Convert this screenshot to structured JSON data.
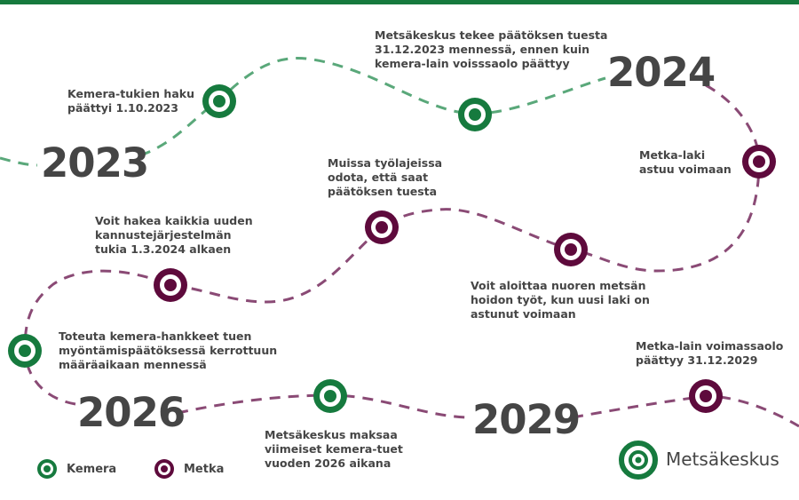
{
  "years": [
    "2023",
    "2024",
    "2026",
    "2029"
  ],
  "events": [
    {
      "text": "Kemera-tukien haku\npäättyi 1.10.2023",
      "type": "kemera"
    },
    {
      "text": "Metsäkeskus tekee päätöksen tuesta\n31.12.2023 mennessä, ennen kuin\nkemera-lain voisssaolo päättyy",
      "type": "kemera"
    },
    {
      "text": "Metka-laki\nastuu voimaan",
      "type": "metka"
    },
    {
      "text": "Muissa työlajeissa\nodota, että saat\npäätöksen tuesta",
      "type": "metka"
    },
    {
      "text": "Voit aloittaa nuoren metsän\nhoidon työt, kun uusi laki on\nastunut voimaan",
      "type": "metka"
    },
    {
      "text": "Voit hakea kaikkia uuden\nkannustejärjestelmän\ntukia 1.3.2024 alkaen",
      "type": "metka"
    },
    {
      "text": "Toteuta kemera-hankkeet tuen\nmyöntämispäätöksessä kerrottuun\nmääräaikaan mennessä",
      "type": "kemera"
    },
    {
      "text": "Metsäkeskus maksaa\nviimeiset kemera-tuet\nvuoden 2026 aikana",
      "type": "kemera"
    },
    {
      "text": "Metka-lain voimassaolo\npäättyy 31.12.2029",
      "type": "metka"
    }
  ],
  "legend": {
    "kemera": "Kemera",
    "metka": "Metka"
  },
  "logo": "Metsäkeskus",
  "colors": {
    "kemera": "#167a3e",
    "metka": "#5e0a3c",
    "kemera_path": "#5aa87a",
    "metka_path": "#8a4a75"
  }
}
